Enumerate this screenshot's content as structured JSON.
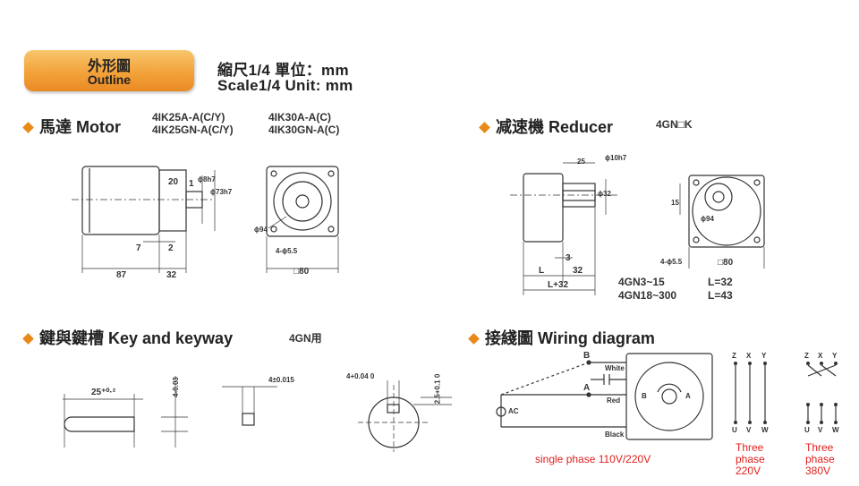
{
  "header": {
    "badge_cn": "外形圖",
    "badge_en": "Outline",
    "scale_cn": "縮尺1/4   單位：mm",
    "scale_en": "Scale1/4 Unit:  mm"
  },
  "motor": {
    "title": "馬達 Motor",
    "models": [
      "4IK25A-A(C/Y)",
      "4IK25GN-A(C/Y)",
      "4IK30A-A(C)",
      "4IK30GN-A(C)"
    ],
    "dims": [
      "20",
      "1",
      "ϕ8h7",
      "ϕ73h7",
      "7",
      "2",
      "87",
      "32",
      "ϕ94",
      "4-ϕ5.5",
      "□80"
    ]
  },
  "reducer": {
    "title": "减速機  Reducer",
    "model": "4GN□K",
    "dims": [
      "25",
      "ϕ10h7",
      "ϕ32",
      "15",
      "3",
      "L",
      "32",
      "L+32",
      "ϕ94",
      "4-ϕ5.5",
      "□80"
    ],
    "specs": [
      {
        "model": "4GN3~15",
        "length": "L=32"
      },
      {
        "model": "4GN18~300",
        "length": "L=43"
      }
    ]
  },
  "key": {
    "title": "鍵與鍵槽  Key and keyway",
    "model": "4GN用",
    "dims": [
      "25⁺⁰·²",
      "4-0.03",
      "4±0.015",
      "4+0.04 0",
      "2.5+0.1 0"
    ]
  },
  "wiring": {
    "title": "接綫圖  Wiring diagram",
    "labels": {
      "b": "B",
      "a": "A",
      "white": "White",
      "red": "Red",
      "black": "Black",
      "ac": "AC",
      "motor_b": "B",
      "motor_a": "A"
    },
    "terminals_top": [
      "Z",
      "X",
      "Y"
    ],
    "terminals_bottom": [
      "U",
      "V",
      "W"
    ],
    "captions": {
      "single": "single phase 110V/220V",
      "three220": [
        "Three",
        "phase",
        "220V"
      ],
      "three380": [
        "Three",
        "phase",
        "380V"
      ]
    }
  },
  "colors": {
    "accent": "#e88a1a",
    "caption": "#e0201c",
    "line": "#333333"
  }
}
